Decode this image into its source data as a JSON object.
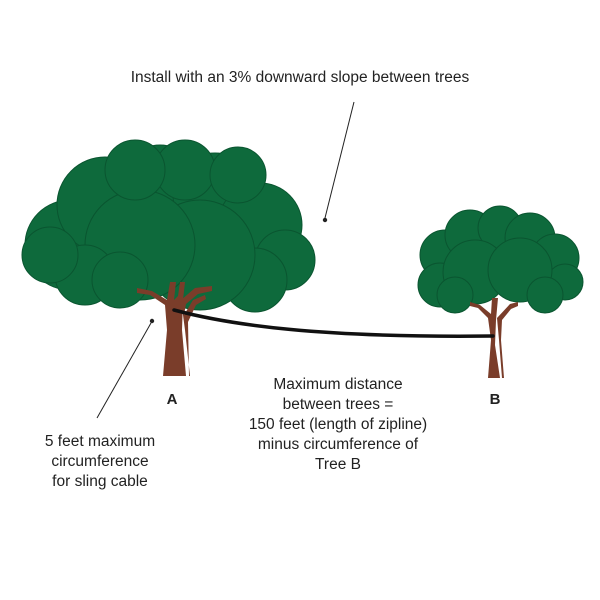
{
  "colors": {
    "foliage": "#0e6a3c",
    "foliage_outline": "#0a5530",
    "trunk": "#7a3d2a",
    "cable": "#111111",
    "text": "#222222"
  },
  "annotations": {
    "slope_note": "Install with an 3% downward slope between trees",
    "tree_a_label": "A",
    "tree_b_label": "B",
    "distance_note": [
      "Maximum distance",
      "between trees =",
      "150 feet (length of zipline)",
      "minus circumference of",
      "Tree B"
    ],
    "circumference_note": [
      "5 feet maximum",
      "circumference",
      "for sling cable"
    ]
  }
}
